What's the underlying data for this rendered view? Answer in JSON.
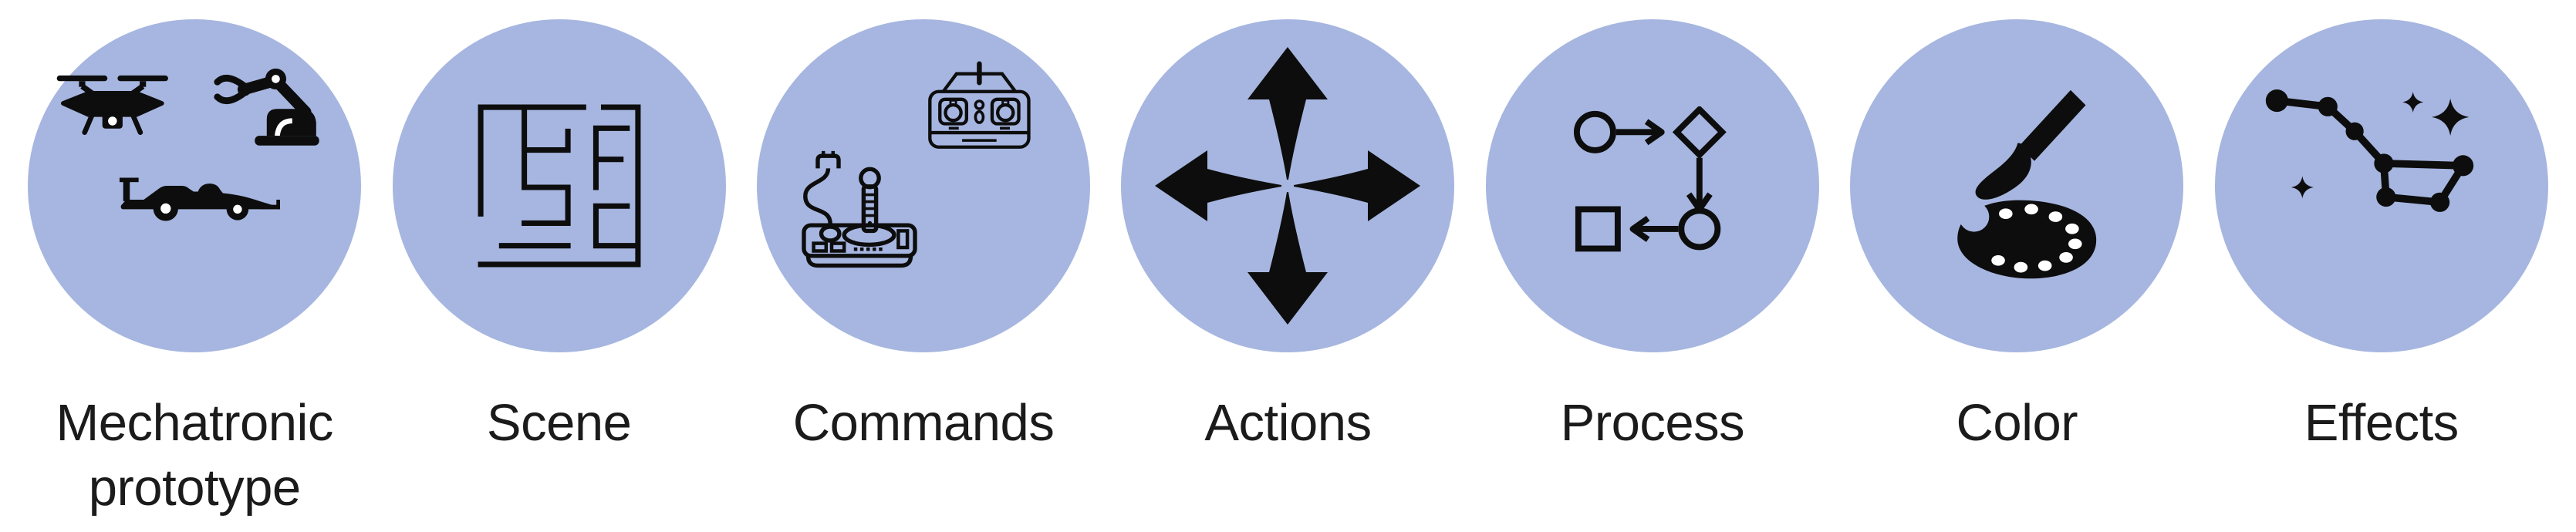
{
  "colors": {
    "background": "#ffffff",
    "circle_fill": "#a6b6e0",
    "icon": "#0d0d0d",
    "label": "#1b1b1b"
  },
  "items": [
    {
      "id": "mechatronic-prototype",
      "label": "Mechatronic prototype",
      "icons": [
        "drone-icon",
        "robot-arm-icon",
        "race-car-icon"
      ]
    },
    {
      "id": "scene",
      "label": "Scene",
      "icons": [
        "maze-icon"
      ]
    },
    {
      "id": "commands",
      "label": "Commands",
      "icons": [
        "joystick-icon",
        "rc-controller-icon"
      ]
    },
    {
      "id": "actions",
      "label": "Actions",
      "icons": [
        "four-direction-arrows-icon"
      ]
    },
    {
      "id": "process",
      "label": "Process",
      "icons": [
        "flowchart-icon"
      ]
    },
    {
      "id": "color",
      "label": "Color",
      "icons": [
        "paintbrush-icon",
        "paint-palette-icon"
      ]
    },
    {
      "id": "effects",
      "label": "Effects",
      "icons": [
        "constellation-icon",
        "sparkles-icon"
      ]
    }
  ]
}
